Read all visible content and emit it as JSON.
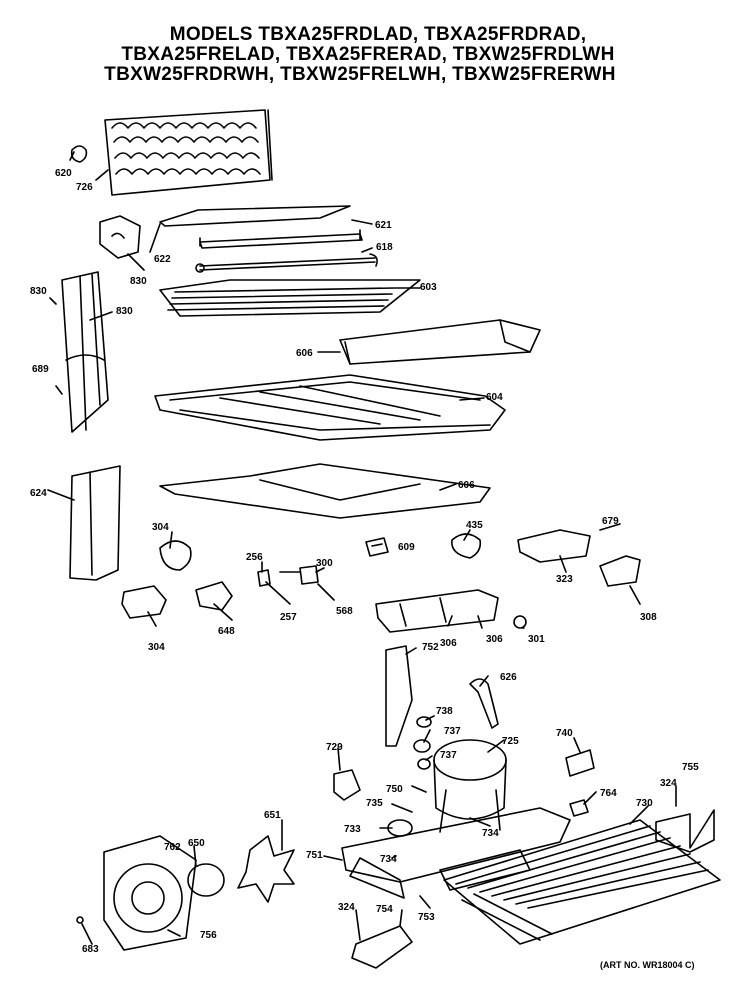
{
  "header": {
    "line1": "MODELS TBXA25FRDLAD, TBXA25FRDRAD,",
    "line2": "TBXA25FRELAD, TBXA25FRERAD, TBXW25FRDLWH",
    "line3": "TBXW25FRDRWH, TBXW25FRELWH, TBXW25FRERWH"
  },
  "art_number": "(ART NO. WR18004 C)",
  "part_labels": {
    "p620": "620",
    "p726": "726",
    "p621": "621",
    "p622": "622",
    "p618": "618",
    "p830a": "830",
    "p830b": "830",
    "p830c": "830",
    "p603": "603",
    "p606a": "606",
    "p689": "689",
    "p604": "604",
    "p624": "624",
    "p606b": "606",
    "p679": "679",
    "p304a": "304",
    "p435": "435",
    "p256": "256",
    "p300": "300",
    "p609": "609",
    "p323": "323",
    "p648": "648",
    "p257": "257",
    "p568": "568",
    "p304b": "304",
    "p308": "308",
    "p306a": "306",
    "p306b": "306",
    "p301": "301",
    "p752": "752",
    "p626": "626",
    "p738": "738",
    "p737a": "737",
    "p737b": "737",
    "p729": "729",
    "p725": "725",
    "p740": "740",
    "p750": "750",
    "p735": "735",
    "p764": "764",
    "p324a": "324",
    "p755": "755",
    "p733": "733",
    "p734a": "734",
    "p730": "730",
    "p651": "651",
    "p762": "762",
    "p650": "650",
    "p751": "751",
    "p734b": "734",
    "p324b": "324",
    "p754": "754",
    "p753": "753",
    "p756": "756",
    "p683": "683"
  }
}
